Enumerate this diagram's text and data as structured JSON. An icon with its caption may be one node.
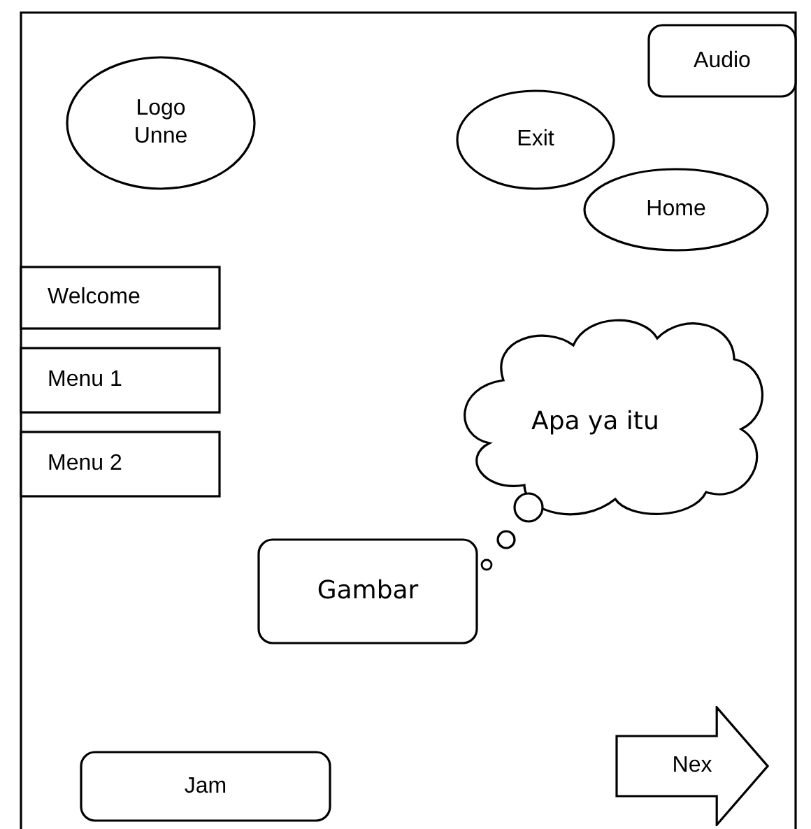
{
  "diagram": {
    "nodes": [
      {
        "text": [],
        "shape": "box"
      },
      {
        "text": [
          "Logo Unne"
        ],
        "in": 0
      },
      {
        "text": [
          "Audio"
        ],
        "in": 0
      },
      {
        "text": [
          "Exit"
        ],
        "in": 0
      },
      {
        "text": [
          "Home"
        ],
        "in": 0
      },
      {
        "text": [
          "Welcome"
        ],
        "in": 0
      },
      {
        "text": [
          "Menu 1"
        ],
        "in": 0
      },
      {
        "text": [
          "Menu 2"
        ],
        "in": 0
      },
      {
        "text": [
          "Apa ya itu"
        ],
        "in": 0
      },
      {
        "text": [
          "Gambar"
        ],
        "in": 0
      },
      {
        "text": [
          "Jam"
        ],
        "in": 0
      },
      {
        "text": [
          "Nex"
        ],
        "in": 0
      }
    ]
  }
}
